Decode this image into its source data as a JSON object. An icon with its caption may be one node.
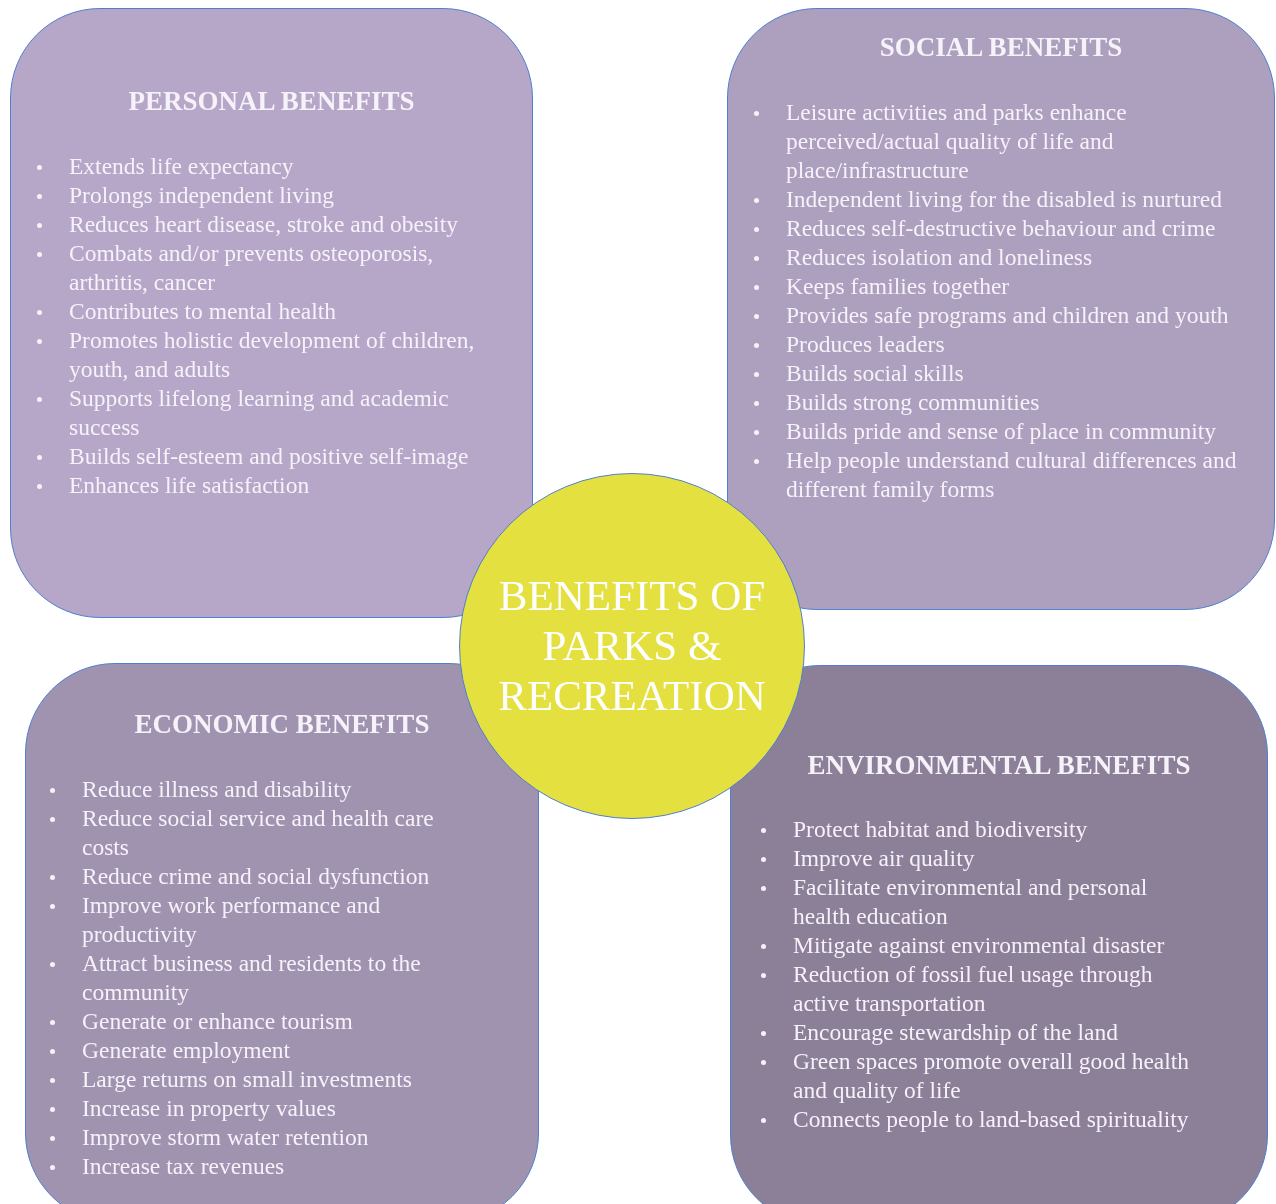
{
  "diagram": {
    "nodes": [
      {
        "text": [
          "PERSONAL BENEFITS",
          "Extends life expectancy",
          "Prolongs independent living",
          "Reduces heart disease, stroke and obesity",
          "Combats and/or prevents osteoporosis, arthritis, cancer",
          "Contributes to mental health",
          "Promotes holistic development of children, youth, and adults",
          "Supports lifelong learning and academic success",
          "Builds self-esteem and positive self-image",
          "Enhances life satisfaction"
        ]
      },
      {
        "text": [
          "SOCIAL BENEFITS",
          "Leisure activities and parks enhance perceived/actual quality of life and place/infrastructure",
          "Independent living for the disabled is nurtured",
          "Reduces self-destructive behaviour and crime",
          "Reduces isolation and loneliness",
          "Keeps families together",
          "Provides safe programs and children and youth",
          "Produces leaders",
          "Builds social skills",
          "Builds strong communities",
          "Builds pride and sense of place in community",
          "Help people understand cultural differences and different family forms"
        ]
      },
      {
        "text": [
          "ECONOMIC BENEFITS",
          "Reduce illness and disability",
          "Reduce social service and health care costs",
          "Reduce crime and social dysfunction",
          "Improve work performance and productivity",
          "Attract business and residents to the community",
          "Generate or enhance tourism",
          "Generate employment",
          "Large returns on small investments",
          "Increase in property values",
          "Improve storm water retention",
          "Increase tax revenues"
        ]
      },
      {
        "text": [
          "ENVIRONMENTAL BENEFITS",
          "Protect habitat and biodiversity",
          "Improve air quality",
          "Facilitate environmental and personal health education",
          "Mitigate against environmental disaster",
          "Reduction of fossil fuel usage through active transportation",
          "Encourage stewardship of the land",
          "Green spaces promote overall good health and quality of life",
          "Connects people to land-based spirituality"
        ]
      },
      {
        "text": [
          "BENEFITS OF PARKS & RECREATION"
        ]
      }
    ],
    "edges": []
  }
}
